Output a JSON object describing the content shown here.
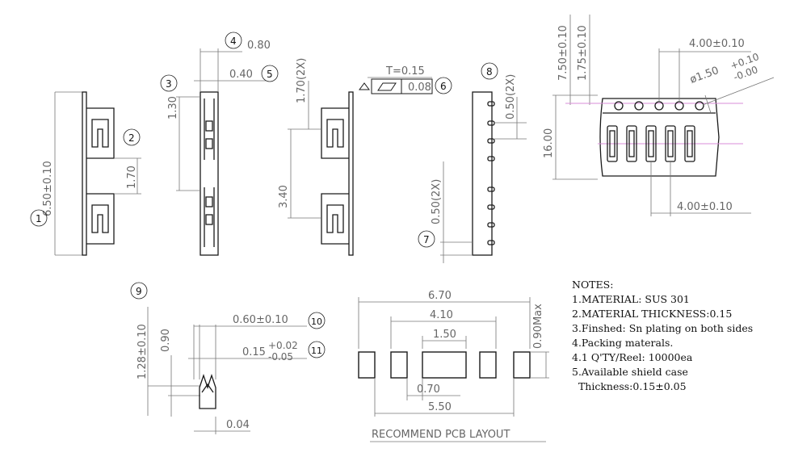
{
  "callouts": [
    "1",
    "2",
    "3",
    "4",
    "5",
    "6",
    "7",
    "8",
    "9",
    "10",
    "11"
  ],
  "dims": {
    "d_4_080": "0.80",
    "d_5_040": "0.40",
    "d_650": "6.50±0.10",
    "d_170a": "1.70",
    "d_130": "1.30",
    "d_170_2x": "1.70(2X)",
    "d_340": "3.40",
    "d_t015": "T=0.15",
    "d_flat": "0.08",
    "d_050_2x_top": "0.50(2X)",
    "d_050_2x_bot": "0.50(2X)",
    "d_750": "7.50±0.10",
    "d_175": "1.75±0.10",
    "d_400_top": "4.00±0.10",
    "d_phi": "ø1.50",
    "d_phi_up": "+0.10",
    "d_phi_dn": "-0.00",
    "d_1600": "16.00",
    "d_400_bot": "4.00±0.10",
    "d_128": "1.28±0.10",
    "d_090": "0.90",
    "d_060": "0.60±0.10",
    "d_015": "0.15",
    "d_015_up": "+0.02",
    "d_015_dn": "-0.05",
    "d_004": "0.04",
    "d_670": "6.70",
    "d_410": "4.10",
    "d_150": "1.50",
    "d_090max": "0.90Max",
    "d_070": "0.70",
    "d_550": "5.50"
  },
  "pcb_caption": "RECOMMEND PCB LAYOUT",
  "notes": [
    "NOTES:",
    "1.MATERIAL: SUS 301",
    "2.MATERIAL THICKNESS:0.15",
    "3.Finshed: Sn plating on both sides",
    "4.Packing materals.",
    "4.1 Q'TY/Reel: 10000ea",
    "5.Available shield case",
    "  Thickness:0.15±0.05"
  ]
}
